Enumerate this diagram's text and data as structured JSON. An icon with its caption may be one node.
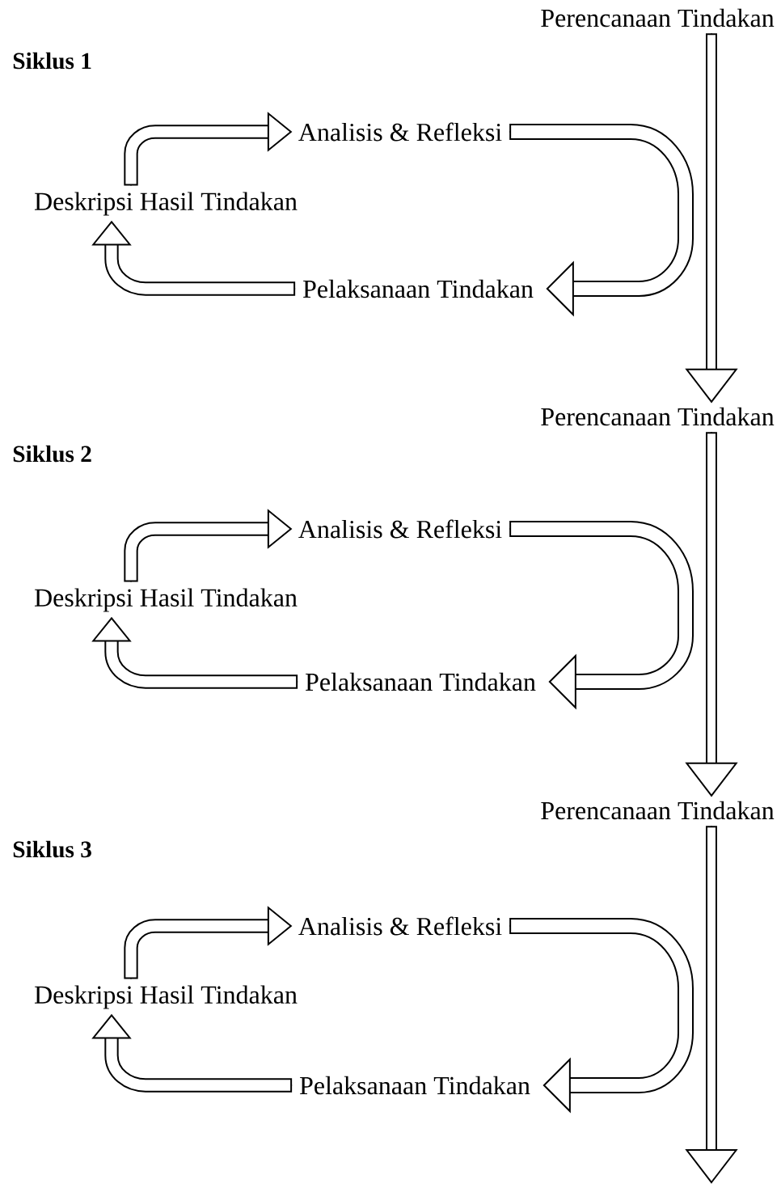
{
  "diagram": {
    "nodes": [
      {
        "text": [
          "Perencanaan Tindakan"
        ]
      },
      {
        "text": [
          "Analisis & Refleksi"
        ]
      },
      {
        "text": [
          "Deskripsi Hasil Tindakan"
        ]
      },
      {
        "text": [
          "Pelaksanaan Tindakan"
        ]
      },
      {
        "text": [
          "Perencanaan Tindakan"
        ]
      },
      {
        "text": [
          "Analisis & Refleksi"
        ]
      },
      {
        "text": [
          "Deskripsi Hasil Tindakan"
        ]
      },
      {
        "text": [
          "Pelaksanaan Tindakan"
        ]
      },
      {
        "text": [
          "Perencanaan Tindakan"
        ]
      },
      {
        "text": [
          "Analisis & Refleksi"
        ]
      },
      {
        "text": [
          "Deskripsi Hasil Tindakan"
        ]
      },
      {
        "text": [
          "Pelaksanaan Tindakan"
        ]
      }
    ],
    "edges": [
      {
        "from": 0,
        "to": 4,
        "arrow": "to"
      },
      {
        "from": 1,
        "to": 3,
        "arrow": "to"
      },
      {
        "from": 3,
        "to": 2,
        "arrow": "to"
      },
      {
        "from": 2,
        "to": 1,
        "arrow": "to"
      },
      {
        "from": 4,
        "to": 8,
        "arrow": "to"
      },
      {
        "from": 5,
        "to": 7,
        "arrow": "to"
      },
      {
        "from": 7,
        "to": 6,
        "arrow": "to"
      },
      {
        "from": 6,
        "to": 5,
        "arrow": "to"
      },
      {
        "from": 8,
        "to": null,
        "arrow": "to"
      },
      {
        "from": 9,
        "to": 11,
        "arrow": "to"
      },
      {
        "from": 11,
        "to": 10,
        "arrow": "to"
      },
      {
        "from": 10,
        "to": 9,
        "arrow": "to"
      }
    ],
    "labels": [
      "Siklus 1",
      "Siklus 2",
      "Siklus 3"
    ]
  }
}
